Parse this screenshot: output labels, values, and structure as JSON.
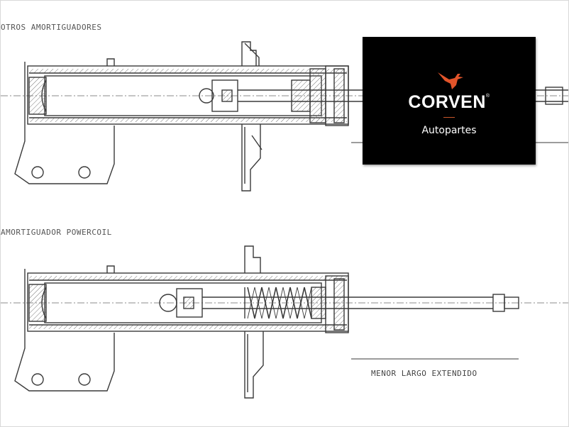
{
  "diagram": {
    "top_caption": "OTROS AMORTIGUADORES",
    "bottom_caption": "AMORTIGUADOR POWERCOIL",
    "length_caption": "MENOR LARGO EXTENDIDO"
  },
  "logo": {
    "brand": "CORVEN",
    "registered_mark": "®",
    "tagline": "Autopartes",
    "accent_color": "#e2542a",
    "background_color": "#000000",
    "icon": "bird-icon"
  }
}
